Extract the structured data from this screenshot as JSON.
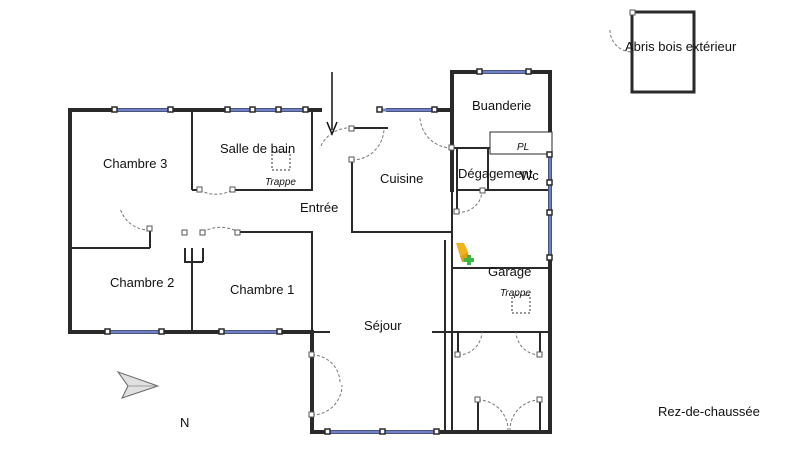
{
  "rooms": {
    "abris": "Abris bois extérieur",
    "buanderie": "Buanderie",
    "salle_de_bain": "Salle de bain",
    "chambre3": "Chambre 3",
    "cuisine": "Cuisine",
    "degagement": "Dégagement",
    "wc": "Wc",
    "entree": "Entrée",
    "chambre2": "Chambre 2",
    "chambre1": "Chambre 1",
    "garage": "Garage",
    "sejour": "Séjour"
  },
  "annotations": {
    "trappe_sdb": "Trappe",
    "trappe_garage": "Trappe",
    "pl": "PL",
    "north": "N",
    "level": "Rez-de-chaussée"
  },
  "colors": {
    "wall": "#2a2a2a",
    "window": "#6f7fc8",
    "marker": "#f2b21c",
    "marker_accent": "#3bb54a"
  },
  "icons": {
    "entrance": "entrance-arrow-icon",
    "compass": "north-arrow-icon",
    "marker": "location-marker-icon"
  }
}
